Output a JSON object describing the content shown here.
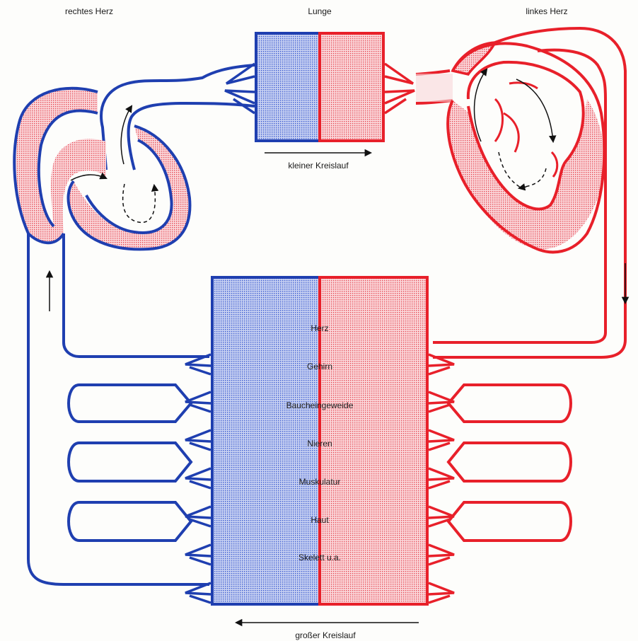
{
  "header": {
    "right_heart": "rechtes Herz",
    "lung": "Lunge",
    "left_heart": "linkes Herz"
  },
  "pulmonary": {
    "label": "kleiner Kreislauf"
  },
  "systemic": {
    "label": "großer Kreislauf",
    "organs": [
      "Herz",
      "Gehirn",
      "Baucheingeweide",
      "Nieren",
      "Muskulatur",
      "Haut",
      "Skelett u.a."
    ]
  },
  "colors": {
    "venous": "#1f3fb0",
    "arterial": "#e8202a",
    "venous_fill": "#8ea0e0",
    "arterial_fill": "#f4a0a6"
  }
}
